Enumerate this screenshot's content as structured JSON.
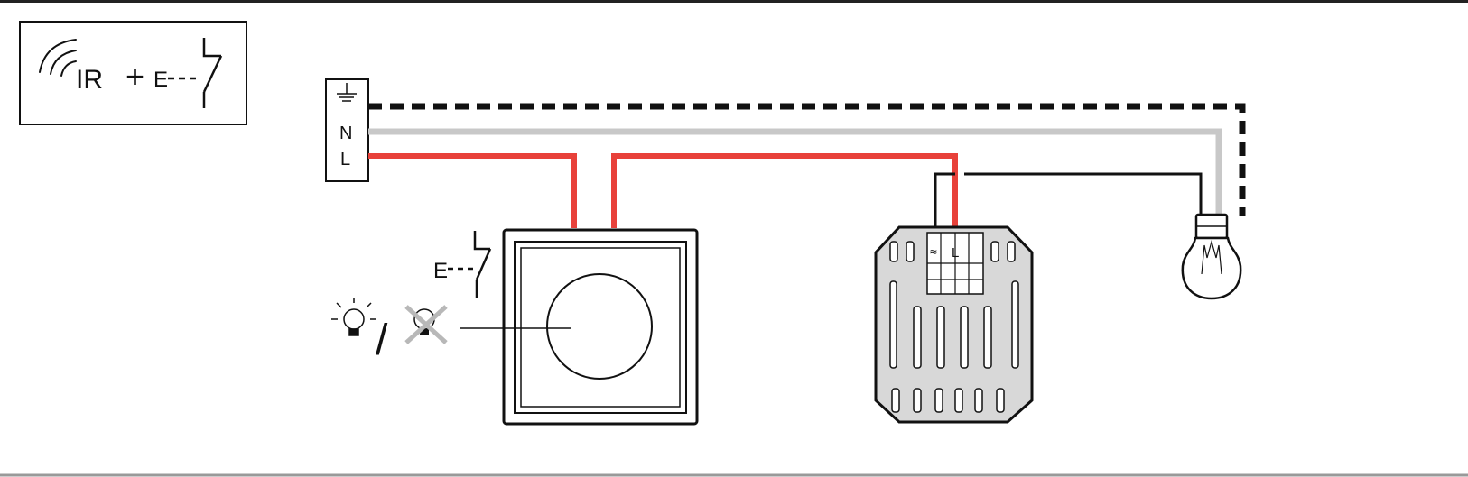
{
  "legend": {
    "ir_label": "IR",
    "plus": "+",
    "pushbutton_symbol": "E",
    "icons": [
      "infrared-waves-icon",
      "pushbutton-switch-icon"
    ]
  },
  "terminal_block": {
    "earth_symbol": "earth-icon",
    "neutral_label": "N",
    "live_label": "L"
  },
  "dimmer": {
    "pushbutton_symbol": "E",
    "lamp_on_icon": "lamp-on-icon",
    "separator": "/",
    "lamp_off_icon": "lamp-off-icon"
  },
  "insert_module": {
    "ac_symbol": "≈",
    "live_label": "L"
  },
  "load": {
    "icon": "light-bulb-icon"
  },
  "colors": {
    "live": "#e8413a",
    "neutral": "#c8c8c8",
    "earth": "#111111",
    "switched": "#111111",
    "module_body": "#d8d8d8"
  }
}
